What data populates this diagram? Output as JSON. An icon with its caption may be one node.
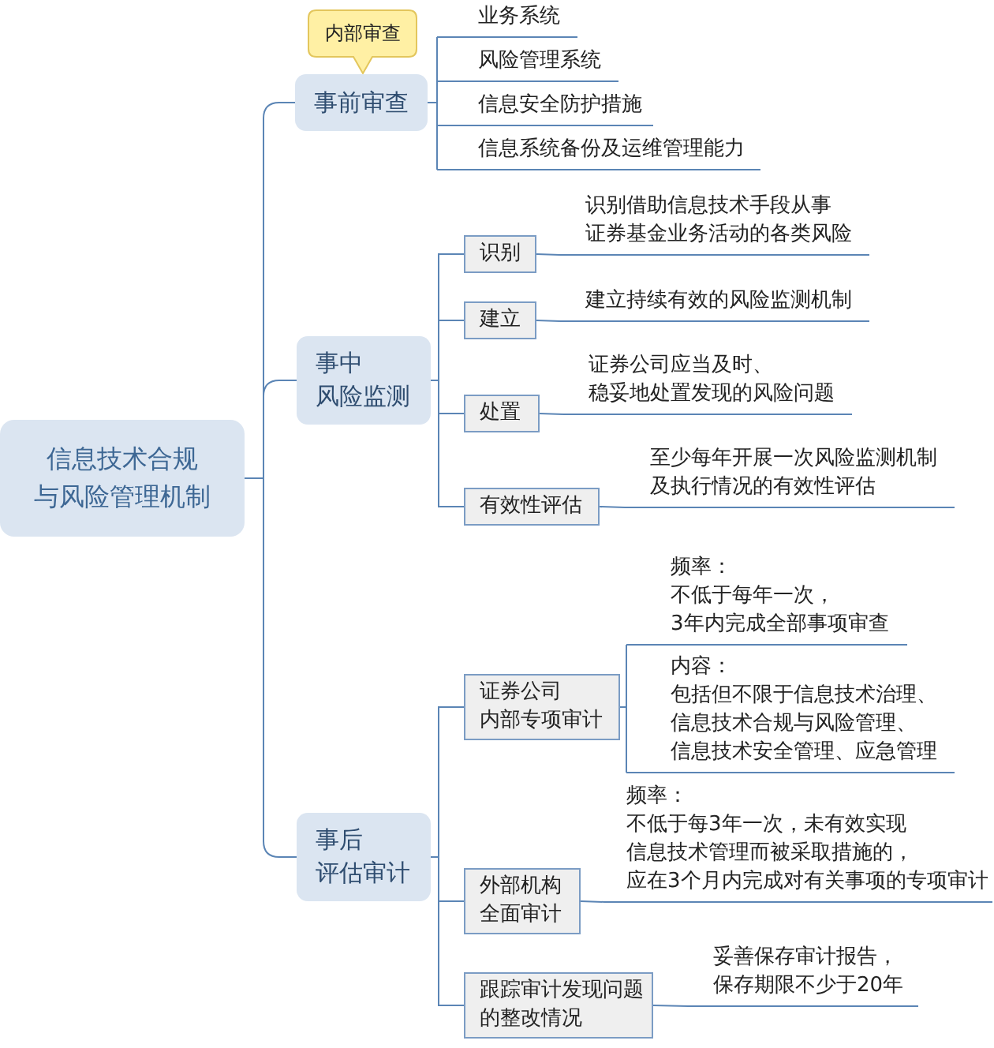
{
  "diagram": {
    "nodes": [
      {
        "text": [
          "信息技术合规与风险管理机制"
        ]
      },
      {
        "text": [
          "事前审查"
        ]
      },
      {
        "text": [
          "内部审查"
        ]
      },
      {
        "text": [
          "业务系统"
        ]
      },
      {
        "text": [
          "风险管理系统"
        ]
      },
      {
        "text": [
          "信息安全防护措施"
        ]
      },
      {
        "text": [
          "信息系统备份及运维管理能力"
        ]
      },
      {
        "text": [
          "事中风险监测"
        ]
      },
      {
        "text": [
          "识别"
        ]
      },
      {
        "text": [
          "识别借助信息技术手段从事证券基金业务活动的各类风险"
        ]
      },
      {
        "text": [
          "建立"
        ]
      },
      {
        "text": [
          "建立持续有效的风险监测机制"
        ]
      },
      {
        "text": [
          "处置"
        ]
      },
      {
        "text": [
          "证券公司应当及时、稳妥地处置发现的风险问题"
        ]
      },
      {
        "text": [
          "有效性评估"
        ]
      },
      {
        "text": [
          "至少每年开展一次风险监测机制及执行情况的有效性评估"
        ]
      },
      {
        "text": [
          "事后评估审计"
        ]
      },
      {
        "text": [
          "证券公司内部专项审计"
        ]
      },
      {
        "text": [
          "频率：不低于每年一次，3年内完成全部事项审查"
        ]
      },
      {
        "text": [
          "内容：包括但不限于信息技术治理、信息技术合规与风险管理、信息技术安全管理、应急管理"
        ]
      },
      {
        "text": [
          "外部机构全面审计"
        ]
      },
      {
        "text": [
          "频率：不低于每3年一次，未有效实现信息技术管理而被采取措施的，应在3个月内完成对有关事项的专项审计"
        ]
      },
      {
        "text": [
          "跟踪审计发现问题的整改情况"
        ]
      },
      {
        "text": [
          "妥善保存审计报告，保存期限不少于20年"
        ]
      }
    ],
    "edges": [
      {
        "from": 0,
        "to": 1,
        "arrow": "none"
      },
      {
        "from": 0,
        "to": 7,
        "arrow": "none"
      },
      {
        "from": 0,
        "to": 16,
        "arrow": "none"
      },
      {
        "from": 1,
        "to": 3,
        "arrow": "none"
      },
      {
        "from": 1,
        "to": 4,
        "arrow": "none"
      },
      {
        "from": 1,
        "to": 5,
        "arrow": "none"
      },
      {
        "from": 1,
        "to": 6,
        "arrow": "none"
      },
      {
        "from": 7,
        "to": 8,
        "arrow": "none"
      },
      {
        "from": 8,
        "to": 9,
        "arrow": "none"
      },
      {
        "from": 7,
        "to": 10,
        "arrow": "none"
      },
      {
        "from": 10,
        "to": 11,
        "arrow": "none"
      },
      {
        "from": 7,
        "to": 12,
        "arrow": "none"
      },
      {
        "from": 12,
        "to": 13,
        "arrow": "none"
      },
      {
        "from": 7,
        "to": 14,
        "arrow": "none"
      },
      {
        "from": 14,
        "to": 15,
        "arrow": "none"
      },
      {
        "from": 16,
        "to": 17,
        "arrow": "none"
      },
      {
        "from": 17,
        "to": 18,
        "arrow": "none"
      },
      {
        "from": 17,
        "to": 19,
        "arrow": "none"
      },
      {
        "from": 16,
        "to": 20,
        "arrow": "none"
      },
      {
        "from": 20,
        "to": 21,
        "arrow": "none"
      },
      {
        "from": 16,
        "to": 22,
        "arrow": "none"
      },
      {
        "from": 22,
        "to": 23,
        "arrow": "none"
      }
    ]
  }
}
